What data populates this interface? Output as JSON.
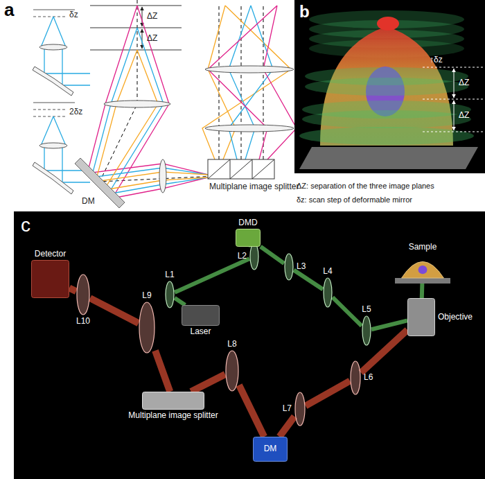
{
  "diagram": {
    "nodes": [
      {
        "text": [
          "Laser"
        ]
      },
      {
        "text": [
          "L1"
        ]
      },
      {
        "text": [
          "L2"
        ]
      },
      {
        "text": [
          "DMD"
        ]
      },
      {
        "text": [
          "L3"
        ]
      },
      {
        "text": [
          "L4"
        ]
      },
      {
        "text": [
          "L5"
        ]
      },
      {
        "text": [
          "Objective"
        ]
      },
      {
        "text": [
          "Sample"
        ]
      },
      {
        "text": [
          "L6"
        ]
      },
      {
        "text": [
          "L7"
        ]
      },
      {
        "text": [
          "DM"
        ]
      },
      {
        "text": [
          "L8"
        ]
      },
      {
        "text": [
          "Multiplane image splitter"
        ]
      },
      {
        "text": [
          "L9"
        ]
      },
      {
        "text": [
          "L10"
        ]
      },
      {
        "text": [
          "Detector"
        ]
      }
    ],
    "edges": [
      {
        "from": 0,
        "to": 1,
        "arrow": "none"
      },
      {
        "from": 1,
        "to": 2,
        "arrow": "none"
      },
      {
        "from": 2,
        "to": 3,
        "arrow": "none"
      },
      {
        "from": 3,
        "to": 4,
        "arrow": "none"
      },
      {
        "from": 4,
        "to": 5,
        "arrow": "none"
      },
      {
        "from": 5,
        "to": 6,
        "arrow": "none"
      },
      {
        "from": 6,
        "to": 7,
        "arrow": "none"
      },
      {
        "from": 7,
        "to": 8,
        "arrow": "none"
      },
      {
        "from": 7,
        "to": 9,
        "arrow": "none"
      },
      {
        "from": 9,
        "to": 10,
        "arrow": "none"
      },
      {
        "from": 10,
        "to": 11,
        "arrow": "none"
      },
      {
        "from": 11,
        "to": 12,
        "arrow": "none"
      },
      {
        "from": 12,
        "to": 13,
        "arrow": "none"
      },
      {
        "from": 13,
        "to": 14,
        "arrow": "none"
      },
      {
        "from": 14,
        "to": 15,
        "arrow": "none"
      },
      {
        "from": 15,
        "to": 16,
        "arrow": "none"
      }
    ],
    "labels": [
      "a",
      "δz",
      "2δz",
      "ΔZ",
      "ΔZ",
      "DM",
      "Multiplane image splitter",
      "b",
      "↑δz",
      "ΔZ",
      "ΔZ",
      "ΔZ: separation of the three image planes",
      "δz: scan step of deformable mirror",
      "c"
    ]
  }
}
